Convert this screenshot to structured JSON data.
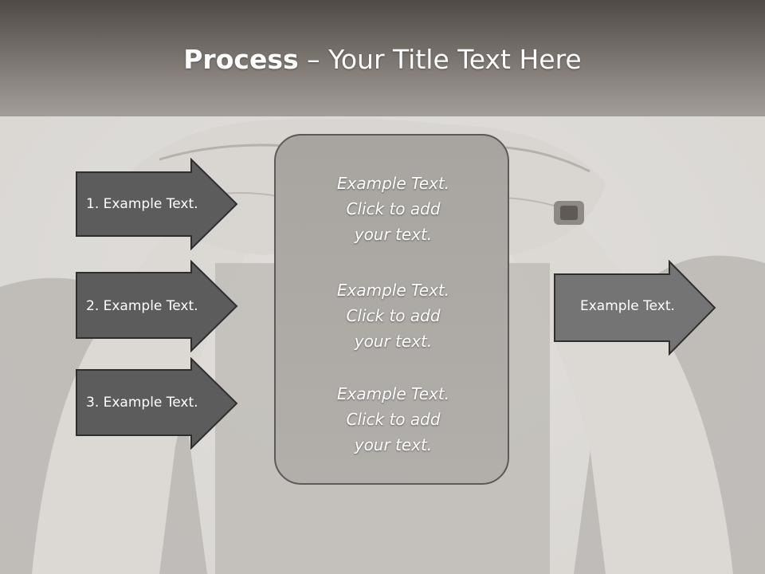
{
  "title": {
    "bold": "Process",
    "rest": " – Your Title Text Here"
  },
  "inputs": [
    {
      "label": "1. Example Text."
    },
    {
      "label": "2. Example Text."
    },
    {
      "label": "3. Example Text."
    }
  ],
  "center": {
    "blocks": [
      {
        "line1": "Example Text.",
        "line2": "Click  to add",
        "line3": "your text."
      },
      {
        "line1": "Example Text.",
        "line2": "Click  to add",
        "line3": "your text."
      },
      {
        "line1": "Example Text.",
        "line2": "Click  to add",
        "line3": "your text."
      }
    ]
  },
  "output": {
    "label": "Example Text."
  },
  "colors": {
    "arrow_fill": "#5c5c5c",
    "output_fill": "#747474",
    "arrow_stroke": "#2e2e2e",
    "box_fill": "#aeaaa5",
    "title_bar": "#6e6762"
  }
}
